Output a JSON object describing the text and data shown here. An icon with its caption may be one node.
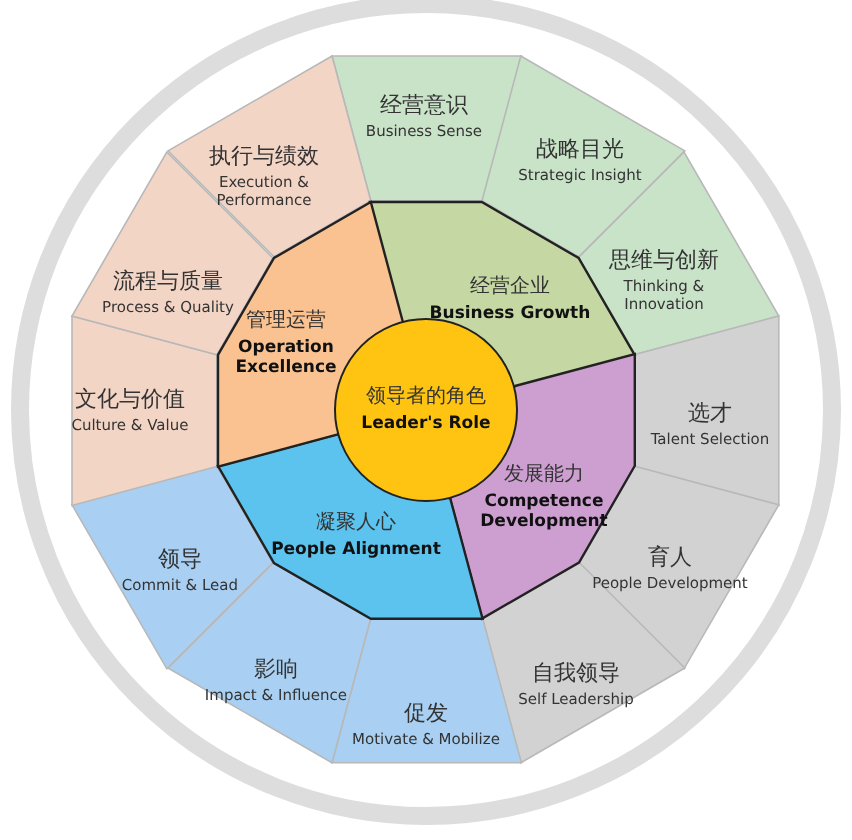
{
  "diagram": {
    "nodes": [
      {
        "text": [
          "领导者的角色",
          "Leader's Role"
        ]
      },
      {
        "text": [
          "经营企业",
          "Business Growth"
        ]
      },
      {
        "text": [
          "发展能力",
          "Competence Development"
        ]
      },
      {
        "text": [
          "凝聚人心",
          "People Alignment"
        ]
      },
      {
        "text": [
          "管理运营",
          "Operation Excellence"
        ]
      },
      {
        "text": [
          "经营意识",
          "Business Sense"
        ]
      },
      {
        "text": [
          "战略目光",
          "Strategic Insight"
        ]
      },
      {
        "text": [
          "思维与创新",
          "Thinking & Innovation"
        ]
      },
      {
        "text": [
          "选才",
          "Talent Selection"
        ]
      },
      {
        "text": [
          "育人",
          "People Development"
        ]
      },
      {
        "text": [
          "自我领导",
          "Self Leadership"
        ]
      },
      {
        "text": [
          "促发",
          "Motivate & Mobilize"
        ]
      },
      {
        "text": [
          "影响",
          "Impact & Influence"
        ]
      },
      {
        "text": [
          "领导",
          "Commit & Lead"
        ]
      },
      {
        "text": [
          "文化与价值",
          "Culture & Value"
        ]
      },
      {
        "text": [
          "流程与质量",
          "Process & Quality"
        ]
      },
      {
        "text": [
          "执行与绩效",
          "Execution & Performance"
        ]
      }
    ]
  }
}
